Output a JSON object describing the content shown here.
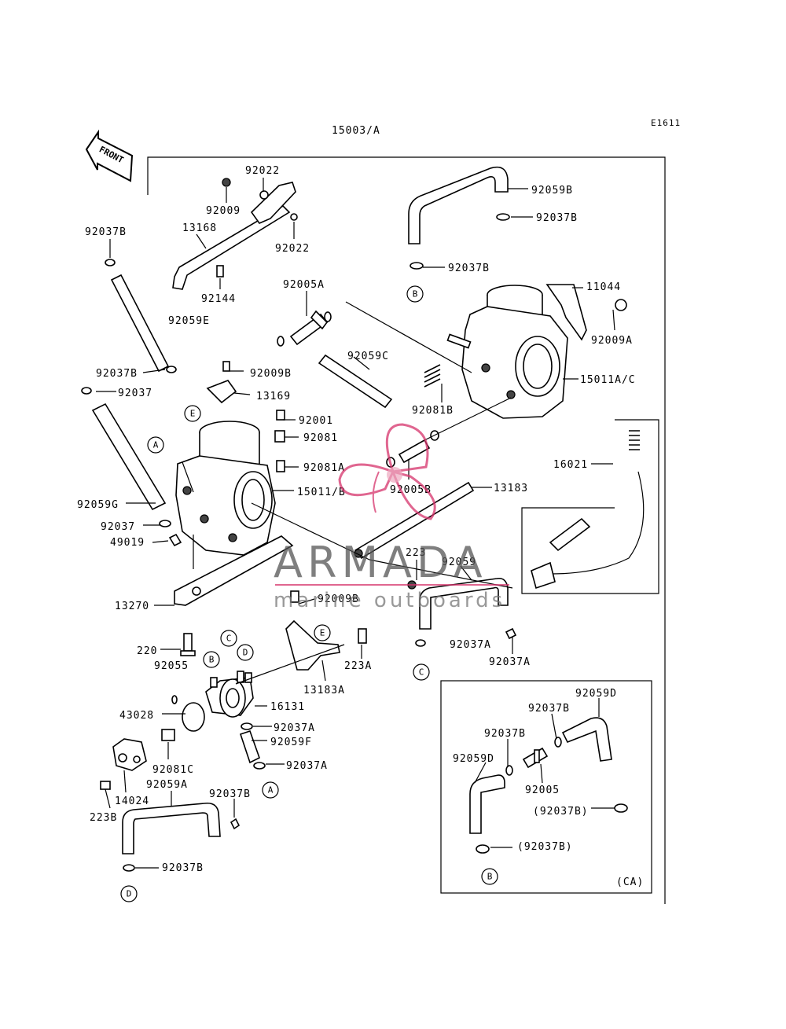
{
  "diagram": {
    "assembly_number": "15003/A",
    "code": "E1611",
    "front_label": "FRONT",
    "labels": [
      {
        "text": "92022"
      },
      {
        "text": "92009"
      },
      {
        "text": "13168"
      },
      {
        "text": "92022"
      },
      {
        "text": "92144"
      },
      {
        "text": "92059E"
      },
      {
        "text": "92037B"
      },
      {
        "text": "92037B"
      },
      {
        "text": "92037"
      },
      {
        "text": "92059G"
      },
      {
        "text": "92037"
      },
      {
        "text": "49019"
      },
      {
        "text": "92005A"
      },
      {
        "text": "92059C"
      },
      {
        "text": "92009B"
      },
      {
        "text": "13169"
      },
      {
        "text": "92001"
      },
      {
        "text": "92081"
      },
      {
        "text": "92081A"
      },
      {
        "text": "15011/B"
      },
      {
        "text": "92059B"
      },
      {
        "text": "92037B"
      },
      {
        "text": "92037B"
      },
      {
        "text": "11044"
      },
      {
        "text": "92009A"
      },
      {
        "text": "15011A/C"
      },
      {
        "text": "92081B"
      },
      {
        "text": "92005B"
      },
      {
        "text": "13183"
      },
      {
        "text": "16021"
      },
      {
        "text": "223"
      },
      {
        "text": "92059"
      },
      {
        "text": "13270"
      },
      {
        "text": "92009B"
      },
      {
        "text": "220"
      },
      {
        "text": "92055"
      },
      {
        "text": "223A"
      },
      {
        "text": "13183A"
      },
      {
        "text": "92037A"
      },
      {
        "text": "92037A"
      },
      {
        "text": "16131"
      },
      {
        "text": "43028"
      },
      {
        "text": "92037A"
      },
      {
        "text": "92059F"
      },
      {
        "text": "92037A"
      },
      {
        "text": "92081C"
      },
      {
        "text": "92059A"
      },
      {
        "text": "14024"
      },
      {
        "text": "223B"
      },
      {
        "text": "92037B"
      },
      {
        "text": "92037B"
      },
      {
        "text": "92059D"
      },
      {
        "text": "92037B"
      },
      {
        "text": "92037B"
      },
      {
        "text": "92059D"
      },
      {
        "text": "92005"
      },
      {
        "text": "(92037B)"
      },
      {
        "text": "(92037B)"
      },
      {
        "text": "(CA)"
      }
    ],
    "connectors": [
      "B",
      "E",
      "A",
      "C",
      "B",
      "C",
      "D",
      "E",
      "A",
      "D",
      "B"
    ]
  },
  "watermark": {
    "brand": "ARMADA",
    "tagline": "marine outboards",
    "logo_color": "#d6336c"
  }
}
